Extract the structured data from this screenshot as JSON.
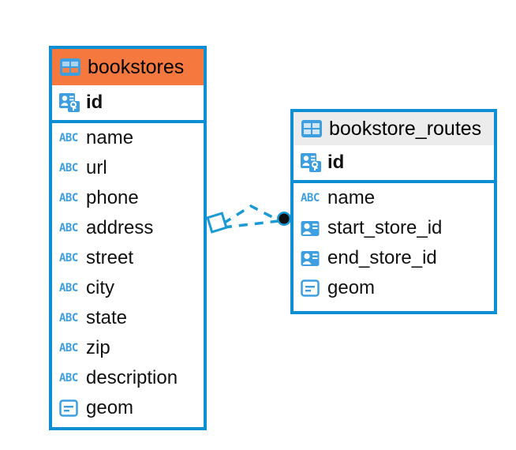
{
  "diagram": {
    "title": "bookstores-bookstore_routes-relationship",
    "background_color": "#ffffff",
    "accent_color": "#0e8fd4",
    "header_highlight_color": "#f5793f",
    "header_neutral_color": "#ececec"
  },
  "entities": [
    {
      "name": "bookstores",
      "header_style": "accent",
      "table_icon": "table-icon",
      "fields": [
        {
          "label": "id",
          "icon": "primary-key-icon",
          "is_key": true
        },
        {
          "label": "name",
          "icon": "abc-text-icon",
          "is_key": false
        },
        {
          "label": "url",
          "icon": "abc-text-icon",
          "is_key": false
        },
        {
          "label": "phone",
          "icon": "abc-text-icon",
          "is_key": false
        },
        {
          "label": "address",
          "icon": "abc-text-icon",
          "is_key": false
        },
        {
          "label": "street",
          "icon": "abc-text-icon",
          "is_key": false
        },
        {
          "label": "city",
          "icon": "abc-text-icon",
          "is_key": false
        },
        {
          "label": "state",
          "icon": "abc-text-icon",
          "is_key": false
        },
        {
          "label": "zip",
          "icon": "abc-text-icon",
          "is_key": false
        },
        {
          "label": "description",
          "icon": "abc-text-icon",
          "is_key": false
        },
        {
          "label": "geom",
          "icon": "geometry-icon",
          "is_key": false
        }
      ]
    },
    {
      "name": "bookstore_routes",
      "header_style": "neutral",
      "table_icon": "table-icon",
      "fields": [
        {
          "label": "id",
          "icon": "primary-key-icon",
          "is_key": true
        },
        {
          "label": "name",
          "icon": "abc-text-icon",
          "is_key": false
        },
        {
          "label": "start_store_id",
          "icon": "foreign-key-icon",
          "is_key": false
        },
        {
          "label": "end_store_id",
          "icon": "foreign-key-icon",
          "is_key": false
        },
        {
          "label": "geom",
          "icon": "geometry-icon",
          "is_key": false
        }
      ]
    }
  ],
  "relationship": {
    "line_style": "dashed",
    "line_color": "#1b9ad6",
    "source_endpoint": "diamond-endpoint",
    "target_endpoint": "filled-circle-endpoint",
    "abc_icon_text": "ABC"
  }
}
